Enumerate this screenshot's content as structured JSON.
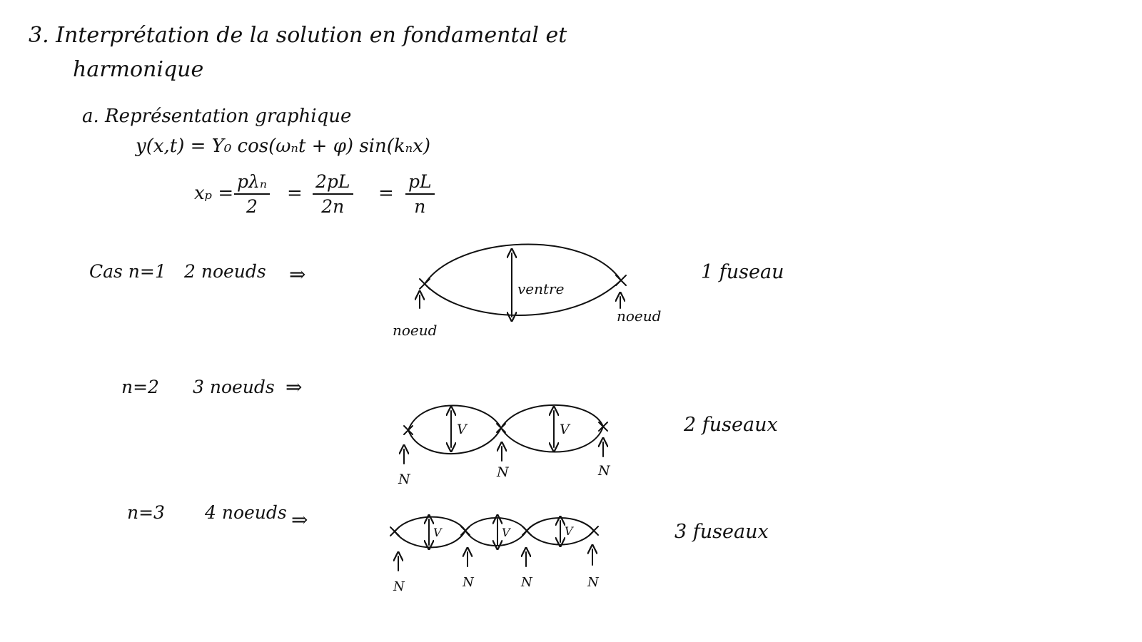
{
  "heading": {
    "line1": "3. Interprétation de la solution en fondamental et",
    "line2": "harmonique"
  },
  "subheading": "a. Représentation graphique",
  "equation_y": "y(x,t) = Y₀ cos(ωₙt + φ) sin(kₙx)",
  "equation_x": {
    "lhs": "xₚ =",
    "frac1_num": "pλₙ",
    "frac1_den": "2",
    "eq1": "=",
    "frac2_num": "2pL",
    "frac2_den": "2n",
    "eq2": "=",
    "frac3_num": "pL",
    "frac3_den": "n"
  },
  "cases": [
    {
      "n_label": "Cas n=1",
      "nodes_label": "2 noeuds",
      "implies": "⇒",
      "fuseaux": "1 fuseau"
    },
    {
      "n_label": "n=2",
      "nodes_label": "3 noeuds",
      "implies": "⇒",
      "fuseaux": "2 fuseaux"
    },
    {
      "n_label": "n=3",
      "nodes_label": "4 noeuds",
      "implies": "⇒",
      "fuseaux": "3 fuseaux"
    }
  ],
  "diagram_labels": {
    "node_word": "noeud",
    "antinode_word": "ventre",
    "node_abbrev": "N",
    "antinode_abbrev": "V"
  }
}
